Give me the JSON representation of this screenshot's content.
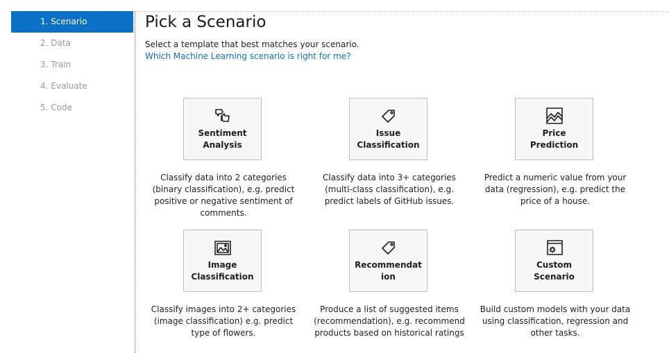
{
  "steps": [
    {
      "label": "1. Scenario",
      "active": true
    },
    {
      "label": "2. Data",
      "active": false
    },
    {
      "label": "3. Train",
      "active": false
    },
    {
      "label": "4. Evaluate",
      "active": false
    },
    {
      "label": "5. Code",
      "active": false
    }
  ],
  "header": {
    "title": "Pick a Scenario",
    "subtitle": "Select a template that best matches your scenario.",
    "help_link": "Which Machine Learning scenario is right for me?"
  },
  "scenarios": [
    {
      "icon": "thumbs-icon",
      "title": "Sentiment Analysis",
      "description": "Classify data into 2 categories (binary classification), e.g. predict positive or negative sentiment of comments."
    },
    {
      "icon": "tag-icon",
      "title": "Issue Classification",
      "description": "Classify data into 3+ categories (multi-class classification), e.g. predict labels of GitHub issues."
    },
    {
      "icon": "chart-icon",
      "title": "Price Prediction",
      "description": "Predict a numeric value from your data (regression), e.g. predict the price of a house."
    },
    {
      "icon": "image-icon",
      "title": "Image Classification",
      "description": "Classify images into 2+ categories (image classification) e.g. predict type of flowers."
    },
    {
      "icon": "tag-icon",
      "title": "Recommendation",
      "description": "Produce a list of suggested items (recommendation), e.g. recommend products based on historical ratings"
    },
    {
      "icon": "gear-window-icon",
      "title": "Custom Scenario",
      "description": "Build custom models with your data using classification, regression and other tasks."
    }
  ],
  "colors": {
    "accent": "#0a71c6",
    "card_bg": "#f7f7f7",
    "card_border": "#bdbdbd",
    "muted": "#9a9a9a"
  }
}
